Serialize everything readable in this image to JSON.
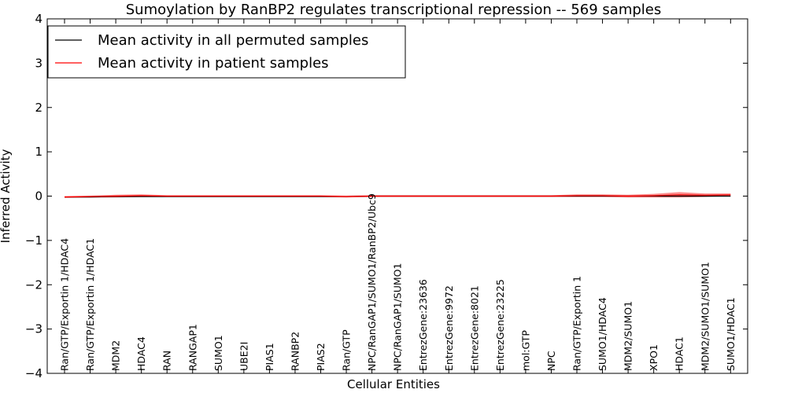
{
  "chart_data": {
    "type": "line",
    "title": "Sumoylation by RanBP2 regulates transcriptional repression -- 569 samples",
    "xlabel": "Cellular Entities",
    "ylabel": "Inferred Activity",
    "ylim": [
      -4,
      4
    ],
    "yticks": [
      "4",
      "3",
      "2",
      "1",
      "0",
      "−1",
      "−2",
      "−3",
      "−4"
    ],
    "yticks_values": [
      4,
      3,
      2,
      1,
      0,
      -1,
      -2,
      -3,
      -4
    ],
    "grid": false,
    "legend_position": "top-left",
    "categories": [
      "Ran/GTP/Exportin 1/HDAC4",
      "Ran/GTP/Exportin 1/HDAC1",
      "MDM2",
      "HDAC4",
      "RAN",
      "RANGAP1",
      "SUMO1",
      "UBE2I",
      "PIAS1",
      "RANBP2",
      "PIAS2",
      "Ran/GTP",
      "NPC/RanGAP1/SUMO1/RanBP2/Ubc9",
      "NPC/RanGAP1/SUMO1",
      "EntrezGene:23636",
      "EntrezGene:9972",
      "EntrezGene:8021",
      "EntrezGene:23225",
      "mol:GTP",
      "NPC",
      "Ran/GTP/Exportin 1",
      "SUMO1/HDAC4",
      "MDM2/SUMO1",
      "XPO1",
      "HDAC1",
      "MDM2/SUMO1/SUMO1",
      "SUMO1/HDAC1"
    ],
    "series": [
      {
        "name": "Mean activity in all permuted samples",
        "color": "#000000",
        "values": [
          -0.02,
          -0.02,
          -0.01,
          -0.01,
          -0.01,
          -0.01,
          -0.01,
          -0.01,
          -0.01,
          -0.01,
          -0.01,
          -0.01,
          0.0,
          0.0,
          0.0,
          0.0,
          0.0,
          0.0,
          0.0,
          0.0,
          0.0,
          0.0,
          0.0,
          0.0,
          0.0,
          0.0,
          0.0
        ],
        "band": 0.02
      },
      {
        "name": "Mean activity in patient samples",
        "color": "#ff0000",
        "values": [
          -0.02,
          -0.01,
          0.0,
          0.01,
          0.0,
          0.0,
          0.0,
          0.0,
          0.0,
          0.0,
          0.0,
          -0.01,
          0.0,
          0.0,
          0.0,
          0.0,
          0.0,
          0.0,
          0.0,
          0.0,
          0.01,
          0.01,
          0.0,
          0.01,
          0.03,
          0.02,
          0.03
        ],
        "band": [
          0.02,
          0.02,
          0.03,
          0.03,
          0.02,
          0.02,
          0.02,
          0.02,
          0.02,
          0.02,
          0.02,
          0.02,
          0.02,
          0.02,
          0.02,
          0.02,
          0.02,
          0.02,
          0.02,
          0.02,
          0.03,
          0.03,
          0.03,
          0.04,
          0.06,
          0.04,
          0.03
        ]
      }
    ]
  }
}
